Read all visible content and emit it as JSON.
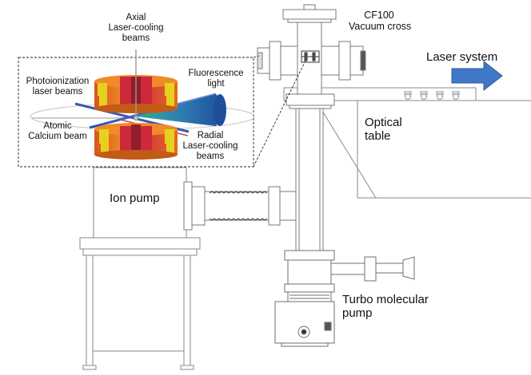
{
  "labels": {
    "cf100": [
      "CF100",
      "Vacuum cross"
    ],
    "laser_system": "Laser system",
    "optical_table": [
      "Optical",
      "table"
    ],
    "ion_pump": "Ion pump",
    "turbo_pump": [
      "Turbo molecular",
      "pump"
    ],
    "axial_beams": [
      "Axial",
      "Laser-cooling",
      "beams"
    ],
    "fluorescence": [
      "Fluorescence",
      "light"
    ],
    "photoionization": [
      "Photoionization",
      "laser beams"
    ],
    "atomic_calcium": [
      "Atomic",
      "Calcium beam"
    ],
    "radial_beams": [
      "Radial",
      "Laser-cooling",
      "beams"
    ]
  },
  "colors": {
    "line": "#888888",
    "arrow": "#3f78c6",
    "electrode_orange": "#e8741e",
    "electrode_red": "#cc2a3a",
    "electrode_yellow": "#e6d21e",
    "beam_blue": "#3b57b0",
    "fluorescence_cone": "#2f7fb5"
  }
}
